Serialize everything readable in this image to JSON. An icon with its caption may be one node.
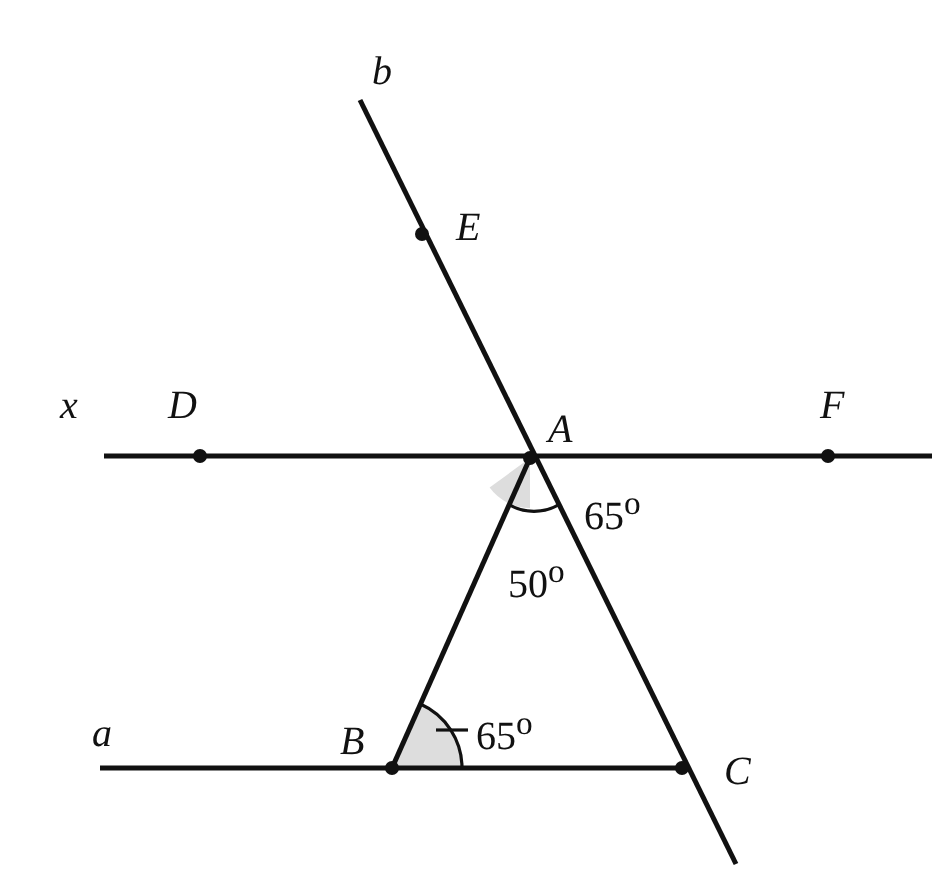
{
  "diagram": {
    "labels": [
      "b",
      "E",
      "x",
      "D",
      "A",
      "F",
      "65$^{o}$",
      "50$^{o}$",
      "a",
      "B",
      "65$^{o}$",
      "C"
    ]
  }
}
